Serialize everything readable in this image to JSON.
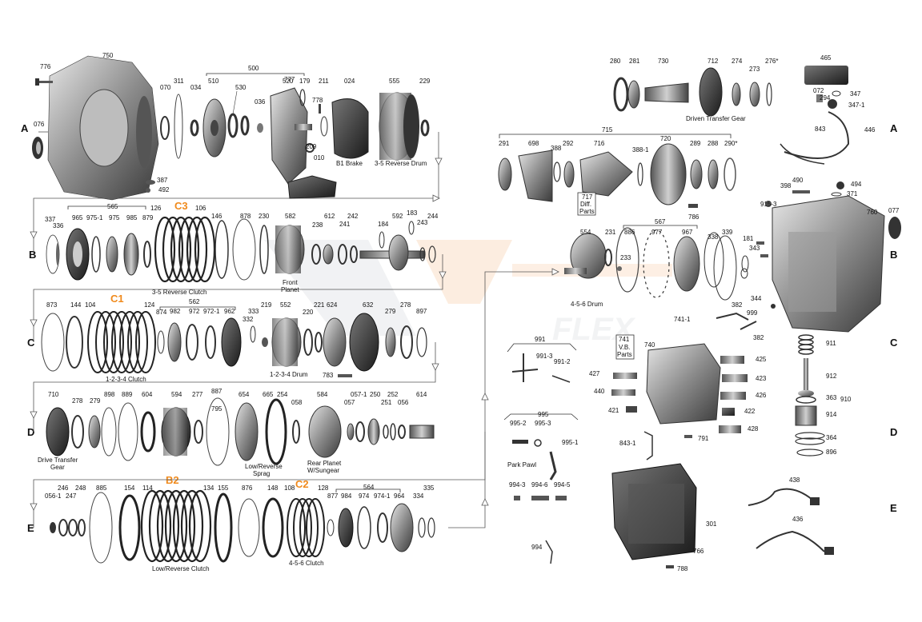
{
  "rows": [
    "A",
    "B",
    "C",
    "D",
    "E"
  ],
  "group_labels": {
    "c3": "C3",
    "c1": "C1",
    "b2": "B2",
    "c2": "C2"
  },
  "watermark": "FLEX",
  "captions": {
    "b1_brake": "B1 Brake",
    "reverse_drum": "3-5 Reverse Drum",
    "driven_transfer_gear": "Driven Transfer Gear",
    "diff_parts": "Diff.",
    "diff_parts2": "Parts",
    "front_planet": "Front",
    "front_planet2": "Planet",
    "reverse_clutch": "3-5 Reverse Clutch",
    "drum_456": "4-5-6 Drum",
    "vb_parts": "V.B.",
    "vb_parts2": "Parts",
    "clutch_1234": "1-2-3-4 Clutch",
    "drum_1234": "1-2-3-4 Drum",
    "drive_transfer": "Drive Transfer",
    "drive_transfer2": "Gear",
    "lr_sprag": "Low/Reverse",
    "lr_sprag2": "Sprag",
    "rear_planet": "Rear Planet",
    "rear_planet2": "W/Sungear",
    "park_pawl": "Park Pawl",
    "lr_clutch": "Low/Reverse Clutch",
    "clutch_456": "4-5-6 Clutch"
  },
  "part_labels": {
    "p750": "750",
    "p776": "776",
    "p076": "076",
    "p070": "070",
    "p311": "311",
    "p034": "034",
    "p500": "500",
    "p510": "510",
    "p530": "530",
    "p036": "036",
    "p777": "777",
    "p520": "520",
    "p179": "179",
    "p778": "778",
    "p211": "211",
    "p024": "024",
    "p555": "555",
    "p229": "229",
    "p209": "209",
    "p010": "010",
    "p387": "387",
    "p492": "492",
    "p280": "280",
    "p281": "281",
    "p730": "730",
    "p712": "712",
    "p274": "274",
    "p276": "276*",
    "p273": "273",
    "p465": "465",
    "p072": "072",
    "p294": "294",
    "p347": "347",
    "p347_1": "347-1",
    "p843": "843",
    "p446": "446",
    "p715": "715",
    "p291": "291",
    "p698": "698",
    "p388": "388",
    "p292": "292",
    "p716": "716",
    "p388_1": "388-1",
    "p720": "720",
    "p289": "289",
    "p288": "288",
    "p290": "290*",
    "p717": "717",
    "p786": "786",
    "p398": "398",
    "p490": "490",
    "p494": "494",
    "p371": "371",
    "p915_3": "915-3",
    "p760": "760",
    "p077": "077",
    "p565": "565",
    "p337": "337",
    "p336": "336",
    "p965": "965",
    "p975_1": "975-1",
    "p975": "975",
    "p985": "985",
    "p879": "879",
    "p126": "126",
    "p106": "106",
    "p146": "146",
    "p878": "878",
    "p230": "230",
    "p582": "582",
    "p238": "238",
    "p612": "612",
    "p241": "241",
    "p242": "242",
    "p184": "184",
    "p183": "183",
    "p243": "243",
    "p244": "244",
    "p592": "592",
    "p567": "567",
    "p554": "554",
    "p231": "231",
    "p886": "886",
    "p977": "977",
    "p967": "967",
    "p338": "338",
    "p339": "339",
    "p181": "181",
    "p343": "343",
    "p233": "233",
    "p344": "344",
    "p873": "873",
    "p144": "144",
    "p104": "104",
    "p124": "124",
    "p562": "562",
    "p874": "874",
    "p982": "982",
    "p972": "972",
    "p972_1": "972-1",
    "p962": "962",
    "p333": "333",
    "p332": "332",
    "p219": "219",
    "p552": "552",
    "p220": "220",
    "p221": "221",
    "p624": "624",
    "p632": "632",
    "p279": "279",
    "p278": "278",
    "p897": "897",
    "p783": "783",
    "p382": "382",
    "p999": "999",
    "p382b": "382",
    "p741_1": "741-1",
    "p741": "741",
    "p740": "740",
    "p991": "991",
    "p991_3": "991-3",
    "p991_2": "991-2",
    "p425": "425",
    "p427": "427",
    "p423": "423",
    "p440": "440",
    "p426": "426",
    "p421": "421",
    "p422": "422",
    "p428": "428",
    "p791": "791",
    "p843_1": "843-1",
    "p911": "911",
    "p912": "912",
    "p363": "363",
    "p910": "910",
    "p914": "914",
    "p364": "364",
    "p896": "896",
    "p710": "710",
    "p278d": "278",
    "p279d": "279",
    "p898": "898",
    "p889": "889",
    "p604": "604",
    "p594": "594",
    "p277": "277",
    "p887": "887",
    "p795": "795",
    "p654": "654",
    "p665": "665",
    "p254": "254",
    "p058": "058",
    "p584": "584",
    "p057": "057",
    "p057_1": "057-1",
    "p250": "250",
    "p252": "252",
    "p251": "251",
    "p056": "056",
    "p614": "614",
    "p995": "995",
    "p995_2": "995-2",
    "p995_3": "995-3",
    "p995_1": "995-1",
    "p994_3": "994-3",
    "p994_6": "994-6",
    "p994_5": "994-5",
    "p994": "994",
    "p056_1": "056-1",
    "p246": "246",
    "p247": "247",
    "p248": "248",
    "p885": "885",
    "p154": "154",
    "p114": "114",
    "p134": "134",
    "p155": "155",
    "p876": "876",
    "p148": "148",
    "p108": "108",
    "p128": "128",
    "p564": "564",
    "p877": "877",
    "p984": "984",
    "p974": "974",
    "p974_1": "974-1",
    "p964": "964",
    "p334": "334",
    "p335": "335",
    "p301": "301",
    "p766": "766",
    "p788": "788",
    "p438": "438",
    "p436": "436"
  }
}
